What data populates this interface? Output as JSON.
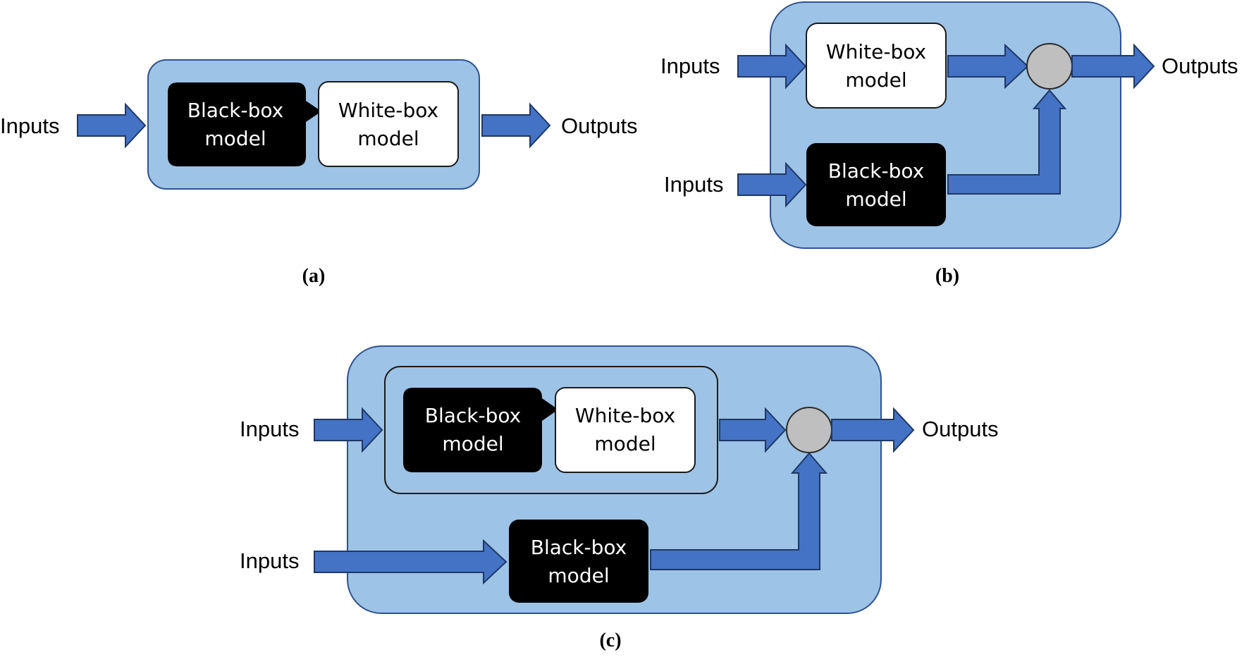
{
  "panels": {
    "a": {
      "caption": "(a)",
      "input_label": "Inputs",
      "output_label": "Outputs",
      "black_box": {
        "line1": "Black-box",
        "line2": "model"
      },
      "white_box": {
        "line1": "White-box",
        "line2": "model"
      }
    },
    "b": {
      "caption": "(b)",
      "input_top_label": "Inputs",
      "input_bottom_label": "Inputs",
      "output_label": "Outputs",
      "white_box": {
        "line1": "White-box",
        "line2": "model"
      },
      "black_box": {
        "line1": "Black-box",
        "line2": "model"
      }
    },
    "c": {
      "caption": "(c)",
      "input_top_label": "Inputs",
      "input_bottom_label": "Inputs",
      "output_label": "Outputs",
      "black_box_inner": {
        "line1": "Black-box",
        "line2": "model"
      },
      "white_box_inner": {
        "line1": "White-box",
        "line2": "model"
      },
      "black_box_bottom": {
        "line1": "Black-box",
        "line2": "model"
      }
    }
  },
  "colors": {
    "container_fill": "#9dc3e6",
    "container_stroke": "#2f528f",
    "arrow_fill": "#4472c4",
    "arrow_stroke": "#1f3864",
    "black_box_fill": "#000000",
    "white_box_fill": "#ffffff",
    "combiner_fill": "#bfbfbf"
  }
}
